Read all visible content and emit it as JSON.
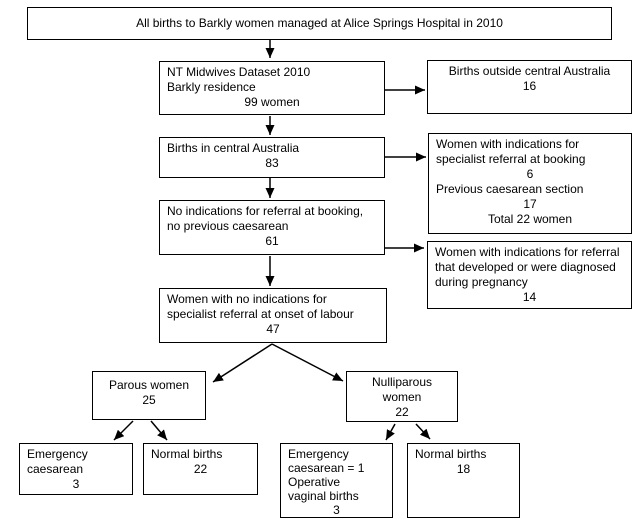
{
  "colors": {
    "border": "#000000",
    "text": "#000000",
    "background": "#ffffff"
  },
  "boxes": {
    "title": {
      "lines": [
        "All births to Barkly women managed at Alice Springs Hospital in 2010"
      ]
    },
    "nt_dataset": {
      "lines": [
        "NT Midwives Dataset 2010",
        "Barkly residence",
        "99 women"
      ]
    },
    "births_outside": {
      "lines": [
        "Births outside central Australia",
        "16"
      ]
    },
    "births_central": {
      "lines": [
        "Births in central Australia",
        "83"
      ]
    },
    "booking_referral": {
      "lines": [
        "Women with indications for",
        "specialist referral at booking",
        "6",
        "Previous caesarean section",
        "17",
        "Total 22 women"
      ]
    },
    "no_indications": {
      "lines": [
        "No indications for referral at booking,",
        "no previous caesarean",
        "61"
      ]
    },
    "developed_referral": {
      "lines": [
        "Women with indications for referral",
        "that developed or were diagnosed",
        "during pregnancy",
        "14"
      ]
    },
    "onset_labour": {
      "lines": [
        "Women with no indications for",
        "specialist referral at onset of labour",
        "47"
      ]
    },
    "parous": {
      "lines": [
        "Parous women",
        "25"
      ]
    },
    "nulliparous": {
      "lines": [
        "Nulliparous",
        "women",
        "22"
      ]
    },
    "parous_emergency": {
      "lines": [
        "Emergency",
        "caesarean",
        "3"
      ]
    },
    "parous_normal": {
      "lines": [
        "Normal births",
        "22"
      ]
    },
    "nulliparous_emergency": {
      "lines": [
        "Emergency",
        "caesarean = 1",
        "Operative",
        "vaginal births",
        "3"
      ]
    },
    "nulliparous_normal": {
      "lines": [
        "Normal births",
        "18"
      ]
    }
  }
}
